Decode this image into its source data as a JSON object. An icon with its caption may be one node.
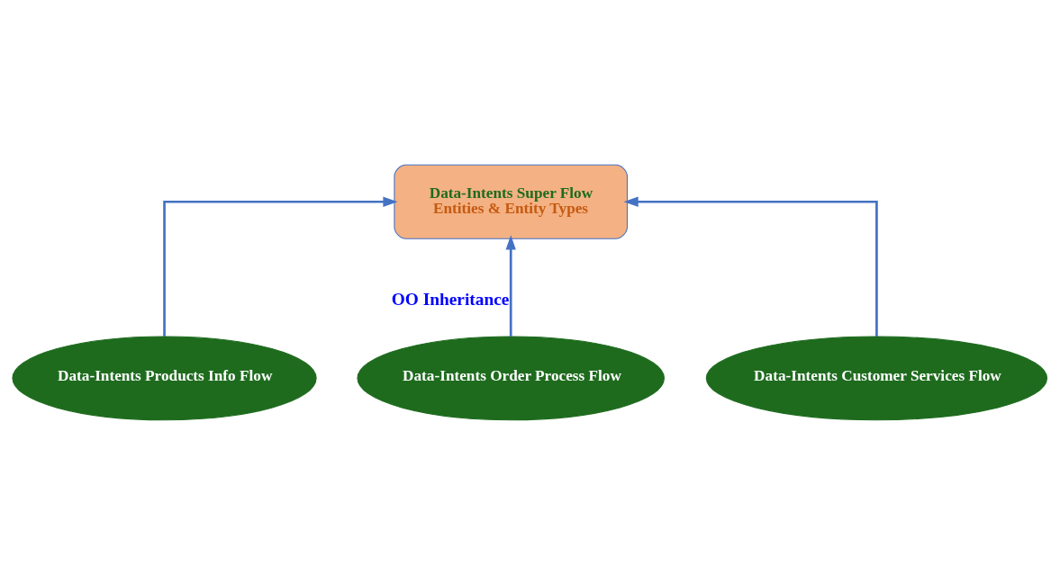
{
  "diagram": {
    "nodes": [
      {
        "text": [
          "Data-Intents Super Flow",
          "Entities & Entity Types"
        ]
      },
      {
        "text": [
          "Data-Intents Products Info Flow"
        ]
      },
      {
        "text": [
          "Data-Intents Order Process Flow"
        ]
      },
      {
        "text": [
          "Data-Intents Customer Services Flow"
        ]
      }
    ],
    "edges": [
      {
        "from": 1,
        "to": 0,
        "arrow": "to"
      },
      {
        "from": 2,
        "to": 0,
        "arrow": "to",
        "label": "OO Inheritance"
      },
      {
        "from": 3,
        "to": 0,
        "arrow": "to"
      }
    ]
  }
}
